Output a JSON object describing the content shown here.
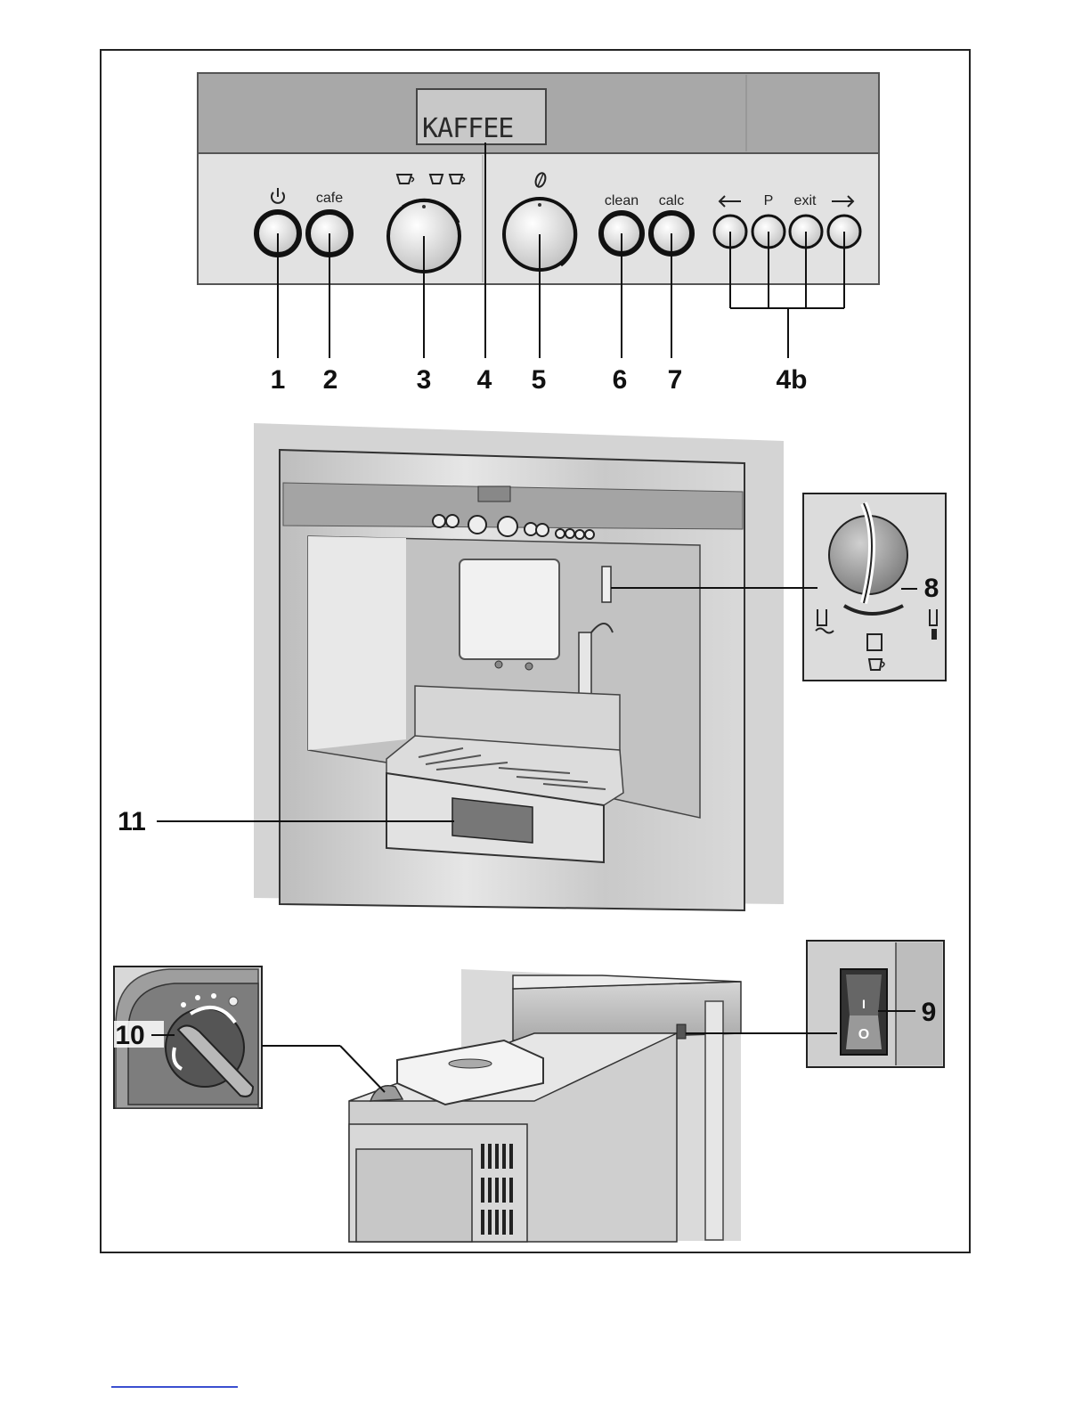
{
  "panel": {
    "display_text": "KAFFEE",
    "button_labels": {
      "cafe": "cafe",
      "clean": "clean",
      "calc": "calc",
      "p": "P",
      "exit": "exit"
    },
    "icons": {
      "power": "power-icon",
      "cups": "cup-icons",
      "bean": "coffee-bean-icon",
      "left": "arrow-left-icon",
      "right": "arrow-right-icon"
    }
  },
  "callouts": {
    "c1": "1",
    "c2": "2",
    "c3": "3",
    "c4": "4",
    "c5": "5",
    "c6": "6",
    "c7": "7",
    "c4b": "4b",
    "c8": "8",
    "c9": "9",
    "c10": "10",
    "c11": "11"
  },
  "switch_marks": {
    "on": "I",
    "off": "O"
  }
}
